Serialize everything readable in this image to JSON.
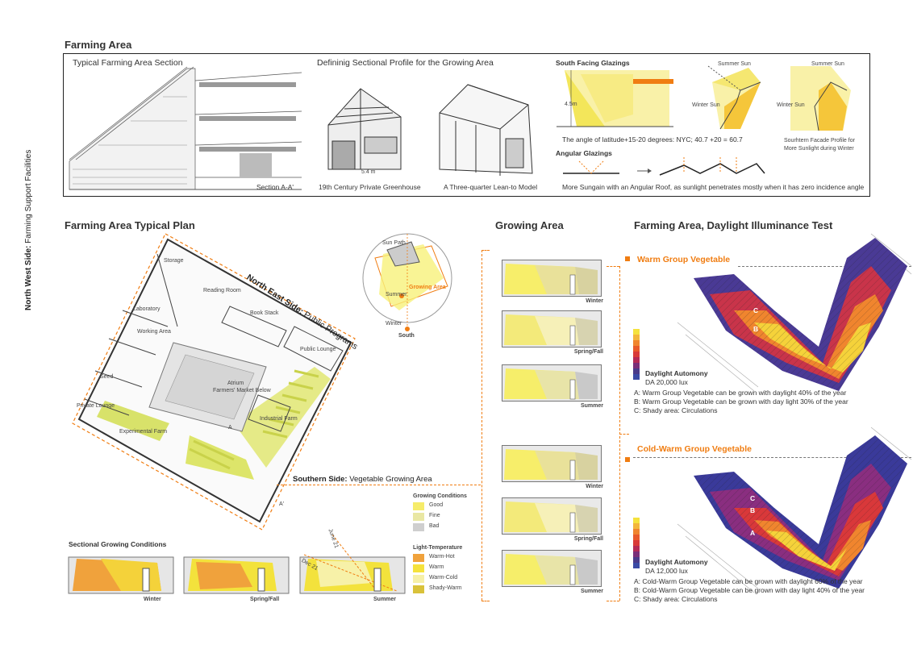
{
  "top": {
    "title": "Farming Area",
    "section_title": "Typical Farming Area Section",
    "section_label": "Section A-A'",
    "profile_title": "Defininig Sectional Profile for the Growing Area",
    "greenhouse_caption": "19th Century Private Greenhouse",
    "leanto_caption": "A Three-quarter Lean-to Model",
    "greenhouse_dim": "5.4 m",
    "south_glazings": "South Facing Glazings",
    "height_label": "4.5m",
    "latitude_text": "The angle of latitude+15-20 degrees: NYC; 40.7 +20 = 60.7",
    "summer_sun_1": "Summer Sun",
    "winter_sun_1": "Winter Sun",
    "summer_sun_2": "Summer Sun",
    "winter_sun_2": "Winter Sun",
    "southern_facade": "Sourhtern Facade Profile for More Sunlight during Winter",
    "angular_glazings": "Angular Glazings",
    "angular_text": "More Sungain with an Angular Roof, as sunlight penetrates mostly when it has zero incidence angle"
  },
  "plan": {
    "title": "Farming Area Typical Plan",
    "north_west": "North West Side:",
    "north_west_rest": " Farming Support Facilities",
    "north_east": "North East Side:",
    "north_east_rest": " Public Programs",
    "southern": "Southern Side:",
    "southern_rest": " Vegetable Growing Area",
    "rooms": {
      "storage": "Storage",
      "reading": "Reading Room",
      "book_stack": "Book Stack",
      "laboratory": "Laboratory",
      "working": "Working Area",
      "public_lounge": "Public Lounge",
      "seed": "Seed",
      "atrium": "Atrium",
      "farmers_market": "Farmers' Market Below",
      "private_lounge": "Private Lounge",
      "industrial": "Industrial Farm",
      "experimental": "Experimental Farm",
      "a": "A",
      "a_prime": "A'"
    }
  },
  "sun_path": {
    "title": "Sun Path",
    "growing": "Growing Area",
    "summer": "Summer",
    "winter": "Winter",
    "south": "South"
  },
  "legend": {
    "growing_title": "Growing Conditions",
    "growing": [
      {
        "label": "Good",
        "color": "#f6ec6a"
      },
      {
        "label": "Fine",
        "color": "#e9e7a3"
      },
      {
        "label": "Bad",
        "color": "#cfcfcf"
      }
    ],
    "light_title": "Light-Temperature",
    "light": [
      {
        "label": "Warm-Hot",
        "color": "#f0a23c"
      },
      {
        "label": "Warm",
        "color": "#f5e23c"
      },
      {
        "label": "Warm-Cold",
        "color": "#f6f0a8"
      },
      {
        "label": "Shady-Warm",
        "color": "#d9c23a"
      }
    ]
  },
  "sectional": {
    "title": "Sectional Growing Conditions",
    "winter": "Winter",
    "spring": "Spring/Fall",
    "summer": "Summer",
    "june": "June 21",
    "dec": "Dec 21"
  },
  "growing_area": {
    "title": "Growing Area",
    "labels": [
      "Winter",
      "Spring/Fall",
      "Summer",
      "Winter",
      "Spring/Fall",
      "Summer"
    ]
  },
  "daylight": {
    "title": "Farming Area, Daylight Illuminance Test",
    "warm_title": "Warm Group Vegetable",
    "warm_autonomy": "Daylight Automony",
    "warm_da": "DA 20,000 lux",
    "warm_a": "A: Warm Group Vegetable can be grown with daylight 40% of the year",
    "warm_b": "B: Warm Group Vegetable can be grown with day light 30% of the year",
    "warm_c": "C: Shady area: Circulations",
    "cold_title": "Cold-Warm Group Vegetable",
    "cold_autonomy": "Daylight Automony",
    "cold_da": "DA 12,000 lux",
    "cold_a": "A: Cold-Warm Group Vegetable can be grown with daylight 60% of the year",
    "cold_b": "B: Cold-Warm Group Vegetable can be grown with day light 40% of the year",
    "cold_c": "C: Shady area: Circulations",
    "scale_colors": [
      "#f5e23c",
      "#f3b63a",
      "#f0852e",
      "#e85a2a",
      "#d93a38",
      "#b42a55",
      "#7a2e78",
      "#4a3a8a",
      "#3a4aa5"
    ]
  }
}
